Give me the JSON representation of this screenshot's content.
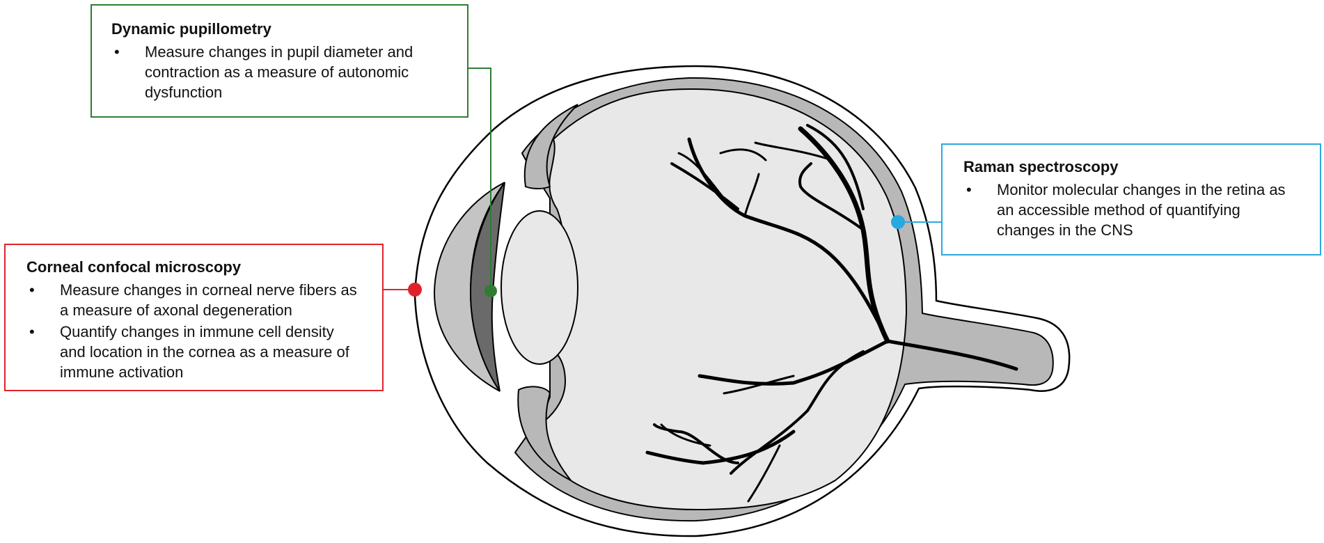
{
  "colors": {
    "pupillometry": "#2e7d32",
    "corneal": "#e0232b",
    "raman": "#29a8e0",
    "eye_fill": "#e8e8e8",
    "choroid_fill": "#b8b8b8",
    "iris_fill": "#6a6a6a",
    "vessels": "#000000"
  },
  "callouts": {
    "pupillometry": {
      "title": "Dynamic pupillometry",
      "items": [
        "Measure changes in pupil diameter and contraction as a measure of autonomic dysfunction"
      ]
    },
    "corneal": {
      "title": "Corneal confocal microscopy",
      "items": [
        "Measure changes in corneal nerve fibers as a measure of axonal degeneration",
        "Quantify changes in immune cell density and location in the cornea as a measure of immune activation"
      ]
    },
    "raman": {
      "title": "Raman spectroscopy",
      "items": [
        "Monitor molecular changes in the retina as an accessible method of quantifying changes in the CNS"
      ]
    }
  }
}
